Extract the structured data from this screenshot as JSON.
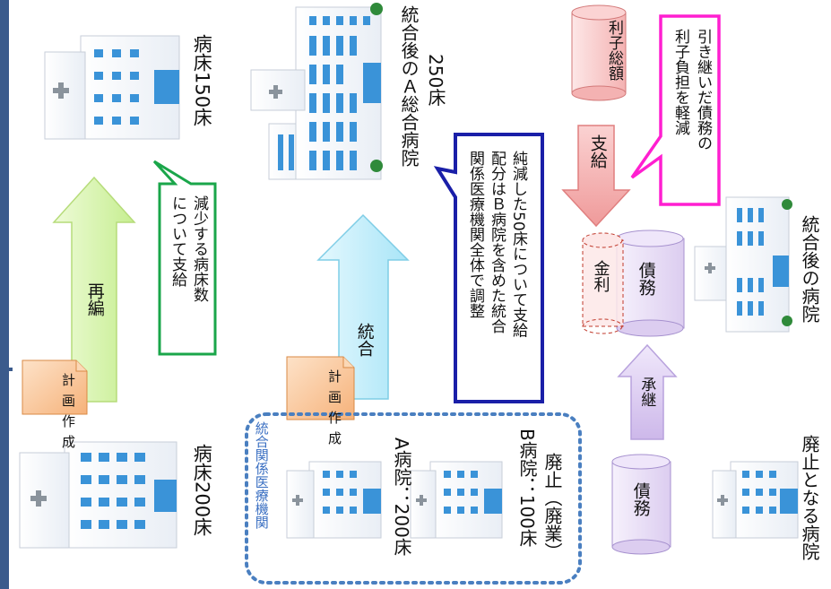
{
  "labels": {
    "before_bed": "病床200床",
    "after_bed": "病床150床",
    "merged_hospital": "統合後のＡ総合病院",
    "merged_beds": "250床",
    "hospital_a": "A病院：200床",
    "hospital_b": "B病院：100床",
    "hospital_b_status": "廃止（廃業）",
    "consolidation_group": "統合関係医療機関",
    "plan_doc": "計画作成",
    "arrow_restructure": "再編",
    "arrow_merge": "統合",
    "arrow_payment": "支給",
    "arrow_succession": "承継",
    "interest_total": "利子総額",
    "debt": "債務",
    "interest": "金利",
    "after_integration_hospital": "統合後の病院",
    "closed_hospital": "廃止となる病院"
  },
  "callouts": {
    "green": [
      "減少する病床数",
      "について支給"
    ],
    "blue": [
      "純減した50床について支給",
      "配分はＢ病院を含めた統合",
      "関係医療機関全体で調整"
    ],
    "magenta": [
      "引き継いだ債務の",
      "利子負担を軽減"
    ]
  },
  "colors": {
    "green_border": "#1aa64a",
    "blue_border": "#1a1fa8",
    "magenta_border": "#ff1fd0",
    "dotted_border": "#4a7fc0",
    "arrow_green": "#d6f5a8",
    "arrow_cyan": "#bfeefb",
    "arrow_red": "#f4a6a6",
    "arrow_purple": "#d8c6ee",
    "doc_orange": "#f9c79b"
  }
}
